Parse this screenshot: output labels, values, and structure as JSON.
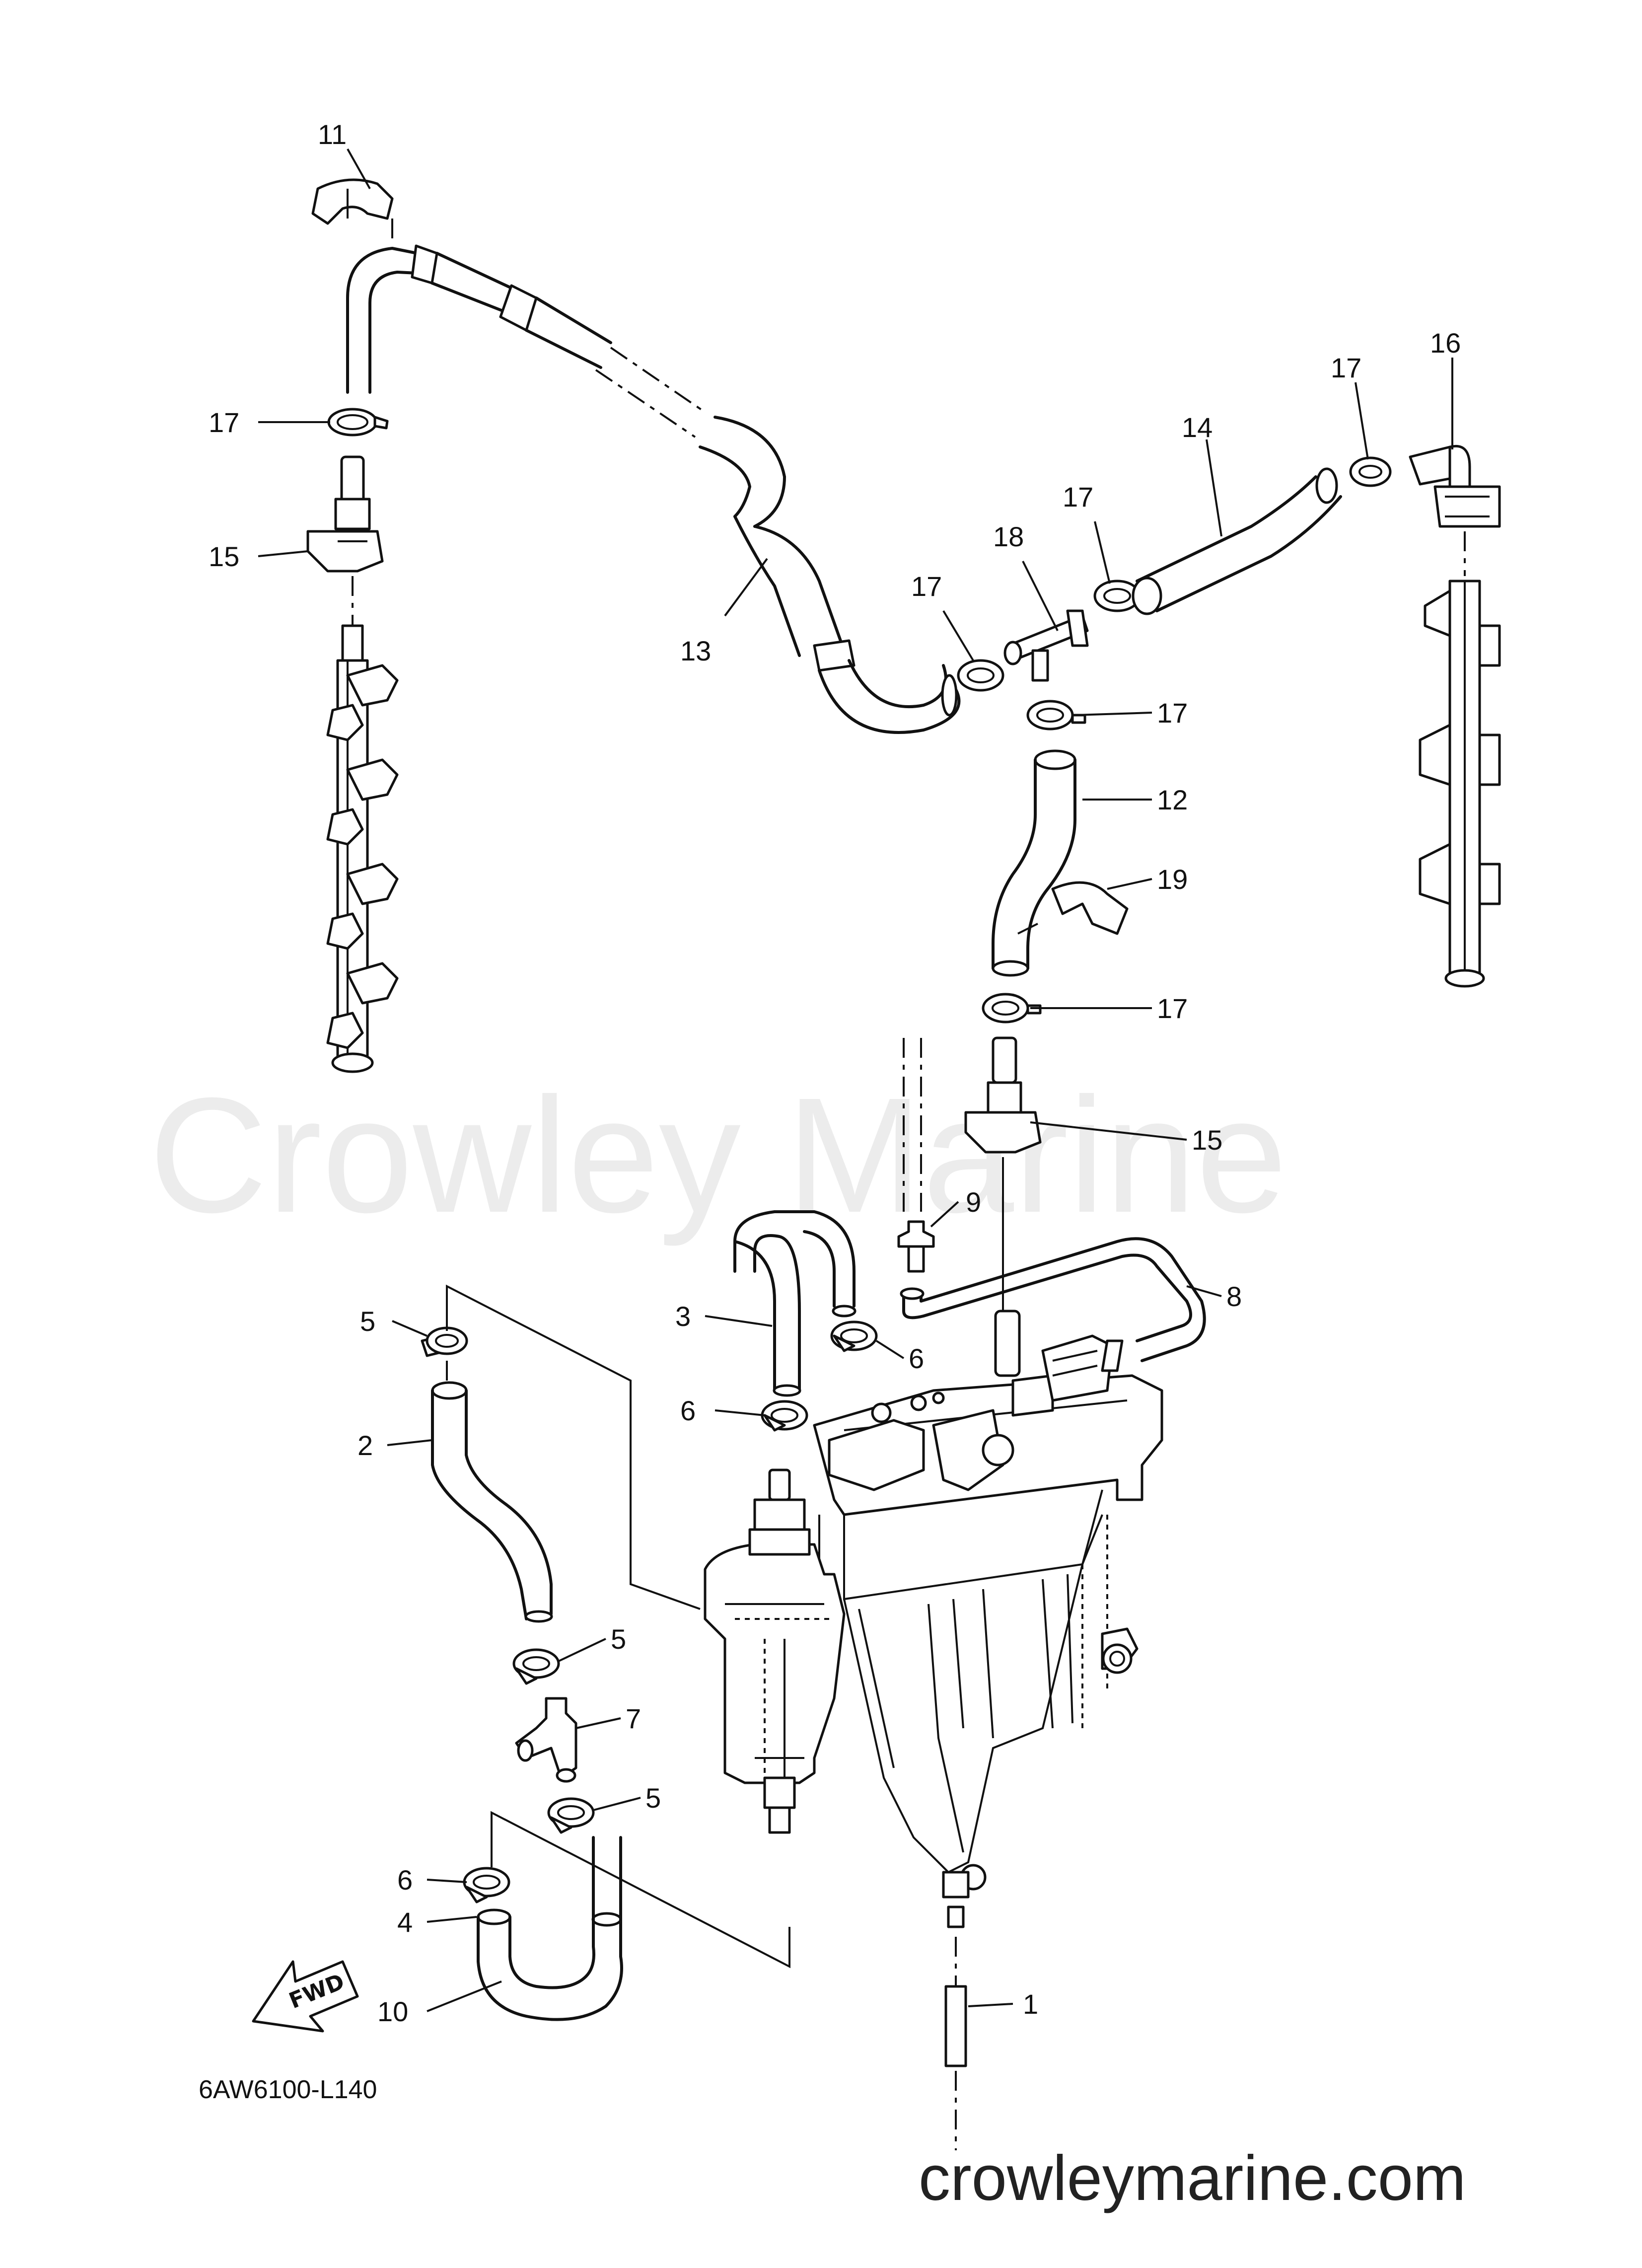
{
  "watermark": "Crowley Marine",
  "diagram_code": "6AW6100-L140",
  "fwd_label": "FWD",
  "website": "crowleymarine.com",
  "callouts": [
    {
      "id": "c11",
      "label": "11"
    },
    {
      "id": "c17a",
      "label": "17"
    },
    {
      "id": "c15a",
      "label": "15"
    },
    {
      "id": "c13",
      "label": "13"
    },
    {
      "id": "c17b",
      "label": "17"
    },
    {
      "id": "c18",
      "label": "18"
    },
    {
      "id": "c17c",
      "label": "17"
    },
    {
      "id": "c14",
      "label": "14"
    },
    {
      "id": "c17d",
      "label": "17"
    },
    {
      "id": "c16",
      "label": "16"
    },
    {
      "id": "c17e",
      "label": "17"
    },
    {
      "id": "c12",
      "label": "12"
    },
    {
      "id": "c19",
      "label": "19"
    },
    {
      "id": "c17f",
      "label": "17"
    },
    {
      "id": "c15b",
      "label": "15"
    },
    {
      "id": "c9",
      "label": "9"
    },
    {
      "id": "c8",
      "label": "8"
    },
    {
      "id": "c3",
      "label": "3"
    },
    {
      "id": "c6a",
      "label": "6"
    },
    {
      "id": "c6b",
      "label": "6"
    },
    {
      "id": "c5a",
      "label": "5"
    },
    {
      "id": "c2",
      "label": "2"
    },
    {
      "id": "c5b",
      "label": "5"
    },
    {
      "id": "c7",
      "label": "7"
    },
    {
      "id": "c5c",
      "label": "5"
    },
    {
      "id": "c6c",
      "label": "6"
    },
    {
      "id": "c4",
      "label": "4"
    },
    {
      "id": "c10",
      "label": "10"
    },
    {
      "id": "c1",
      "label": "1"
    }
  ]
}
